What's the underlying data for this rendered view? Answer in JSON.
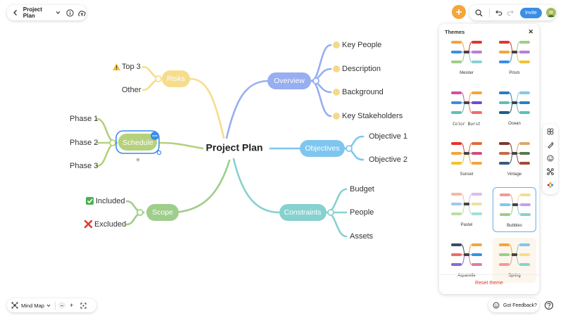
{
  "header": {
    "back_icon": "chevron-left-icon",
    "doc_title": "Project Plan",
    "dropdown_icon": "chevron-down-icon",
    "info_icon": "info-icon",
    "cloud_icon": "cloud-upload-icon"
  },
  "topbar": {
    "add_icon": "plus-icon",
    "search_icon": "search-icon",
    "undo_icon": "undo-icon",
    "redo_icon": "redo-icon",
    "invite_label": "Invite",
    "avatar_icon": "user-avatar"
  },
  "mindmap": {
    "central": "Project Plan",
    "branches": {
      "overview": {
        "label": "Overview",
        "children": [
          "Key People",
          "Description",
          "Background",
          "Key Stakeholders"
        ]
      },
      "objectives": {
        "label": "Objectives",
        "children": [
          "Objective 1",
          "Objective 2"
        ]
      },
      "constraints": {
        "label": "Constraints",
        "children": [
          "Budget",
          "People",
          "Assets"
        ]
      },
      "scope": {
        "label": "Scope",
        "children": [
          "Included",
          "Excluded"
        ]
      },
      "schedule": {
        "label": "Schedule",
        "children": [
          "Phase 1",
          "Phase 2",
          "Phase 3"
        ]
      },
      "risks": {
        "label": "Risks",
        "children": [
          "Top 3",
          "Other"
        ]
      }
    },
    "colors": {
      "overview": "#97aef0",
      "objectives": "#7fc6ef",
      "constraints": "#87d1d0",
      "scope": "#9fcd8b",
      "schedule": "#b5d17c",
      "risks": "#f6dd8c",
      "dot": "#f5d98a",
      "selection": "#3a8ee6"
    }
  },
  "themes_panel": {
    "title": "Themes",
    "close_icon": "close-icon",
    "themes": [
      {
        "name": "Meister"
      },
      {
        "name": "Prism"
      },
      {
        "name": "Color Burst"
      },
      {
        "name": "Ocean"
      },
      {
        "name": "Sunset"
      },
      {
        "name": "Vintage"
      },
      {
        "name": "Pastel"
      },
      {
        "name": "Bubbles"
      },
      {
        "name": "Aquarelle"
      },
      {
        "name": "Spring"
      }
    ],
    "selected": "Bubbles",
    "reset_label": "Reset theme"
  },
  "side_tools": [
    "layout-icon",
    "style-icon",
    "emoji-icon",
    "connect-icon",
    "theme-palette-icon"
  ],
  "bottom_left": {
    "map_icon": "mind-map-icon",
    "view_label": "Mind Map",
    "zoom_out": "−",
    "zoom_in": "+",
    "fit_icon": "fit-screen-icon"
  },
  "bottom_right": {
    "feedback_label": "Got Feedback?",
    "help_icon": "help-icon",
    "feedback_icon": "feedback-icon"
  }
}
